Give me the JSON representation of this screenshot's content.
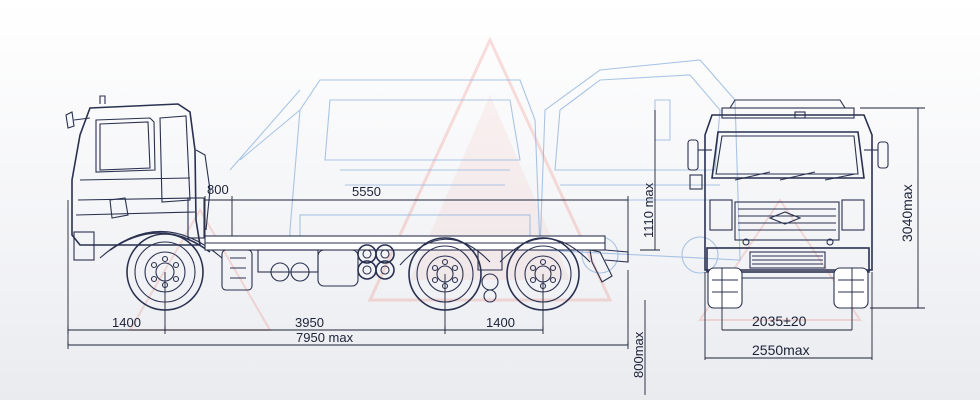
{
  "dimensions": {
    "front_overhang": "1400",
    "wheelbase_first": "3950",
    "bogie_spacing": "1400",
    "overall_length": "7950 max",
    "cab_to_frame": "800",
    "frame_length": "5550",
    "frame_height": "1110 max",
    "rear_height": "800max",
    "track_width": "2035±20",
    "overall_width": "2550max",
    "overall_height": "3040max"
  },
  "colors": {
    "line": "#2a3150",
    "ghost": "#8fb3dd",
    "logo_red": "#e8493a"
  }
}
